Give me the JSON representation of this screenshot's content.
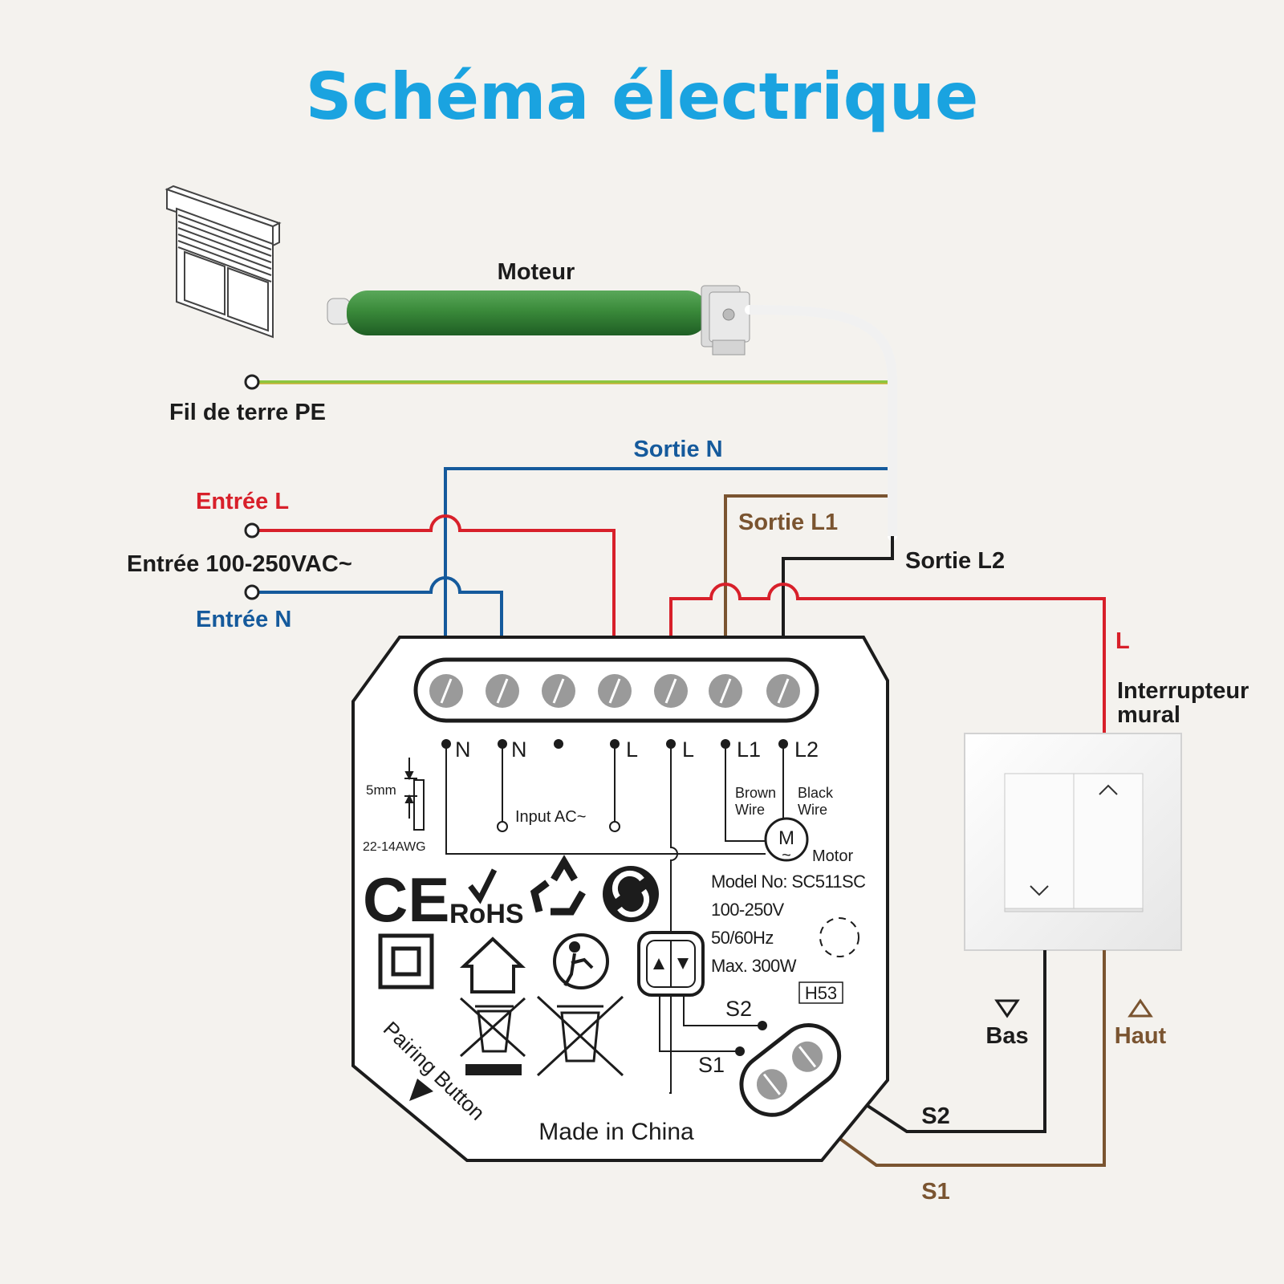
{
  "title": "Schéma électrique",
  "labels": {
    "motor": "Moteur",
    "earth": "Fil de terre PE",
    "out_n": "Sortie N",
    "in_l": "Entrée L",
    "in_voltage": "Entrée 100-250VAC~",
    "in_n": "Entrée N",
    "out_l1": "Sortie L1",
    "out_l2": "Sortie L2",
    "switch_l": "L",
    "switch_title_1": "Interrupteur",
    "switch_title_2": "mural",
    "down": "Bas",
    "up": "Haut",
    "s2": "S2",
    "s1": "S1"
  },
  "device": {
    "terminals": [
      "N",
      "N",
      "L",
      "L",
      "L1",
      "L2"
    ],
    "wire_size": "5mm",
    "awg": "22-14AWG",
    "input_ac": "Input  AC~",
    "brown_wire_1": "Brown",
    "brown_wire_2": "Wire",
    "black_wire_1": "Black",
    "black_wire_2": "Wire",
    "motor_symbol": "M",
    "motor_tilde": "~",
    "motor": "Motor",
    "model": "Model No: SC511SC",
    "voltage": "100-250V",
    "frequency": "50/60Hz",
    "power": "Max. 300W",
    "code": "H53",
    "s2": "S2",
    "s1": "S1",
    "pairing": "Pairing Button",
    "made_in": "Made in China",
    "ce": "CE",
    "rohs": "RoHS"
  },
  "colors": {
    "title": "#1aa3e0",
    "neutral_wire": "#155a9c",
    "live_wire": "#d8202a",
    "brown_wire": "#7a5430",
    "black_wire": "#1c1c1c",
    "earth_wire": "#8cc63f",
    "motor_tube": "#3a8a3a"
  },
  "icons": [
    "roller-shutter-icon",
    "recycle-icon",
    "double-insulation-icon",
    "indoor-use-icon",
    "tidyman-icon",
    "weee-bin-icon",
    "up-down-button-icon"
  ]
}
